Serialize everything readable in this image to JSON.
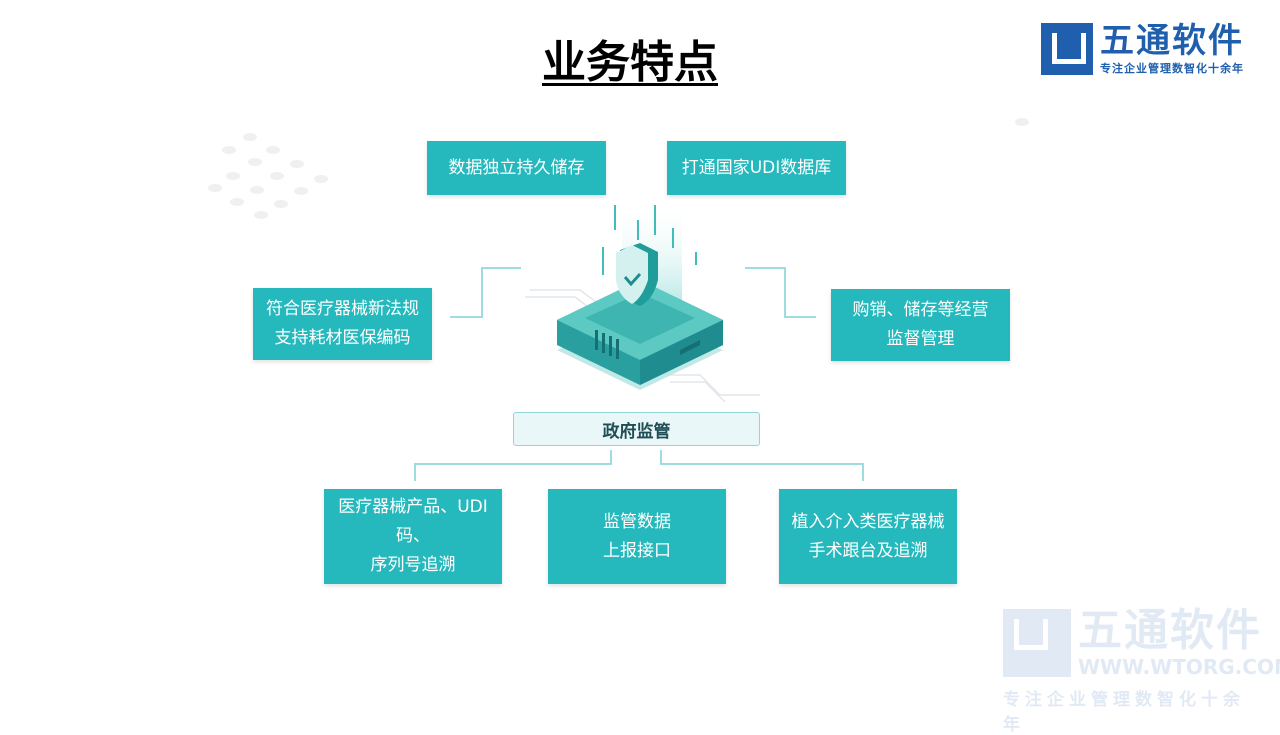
{
  "title": "业务特点",
  "logo": {
    "name": "五通软件",
    "slogan": "专注企业管理数智化十余年"
  },
  "watermark": {
    "name": "五通软件",
    "url": "WWW.WTORG.COM",
    "slogan": "专注企业管理数智化十余年"
  },
  "colors": {
    "box": "#25b9bd",
    "line": "#9fdcdf",
    "logo": "#1f5fae"
  },
  "center": {
    "label": "政府监管",
    "icon": "shield-server-illustration"
  },
  "features": {
    "top_left": "数据独立持久储存",
    "top_right": "打通国家UDI数据库",
    "mid_left": [
      "符合医疗器械新法规",
      "支持耗材医保编码"
    ],
    "mid_right": [
      "购销、储存等经营",
      "监督管理"
    ],
    "bottom": [
      [
        "医疗器械产品、UDI码、",
        "序列号追溯"
      ],
      [
        "监管数据",
        "上报接口"
      ],
      [
        "植入介入类医疗器械",
        "手术跟台及追溯"
      ]
    ]
  }
}
